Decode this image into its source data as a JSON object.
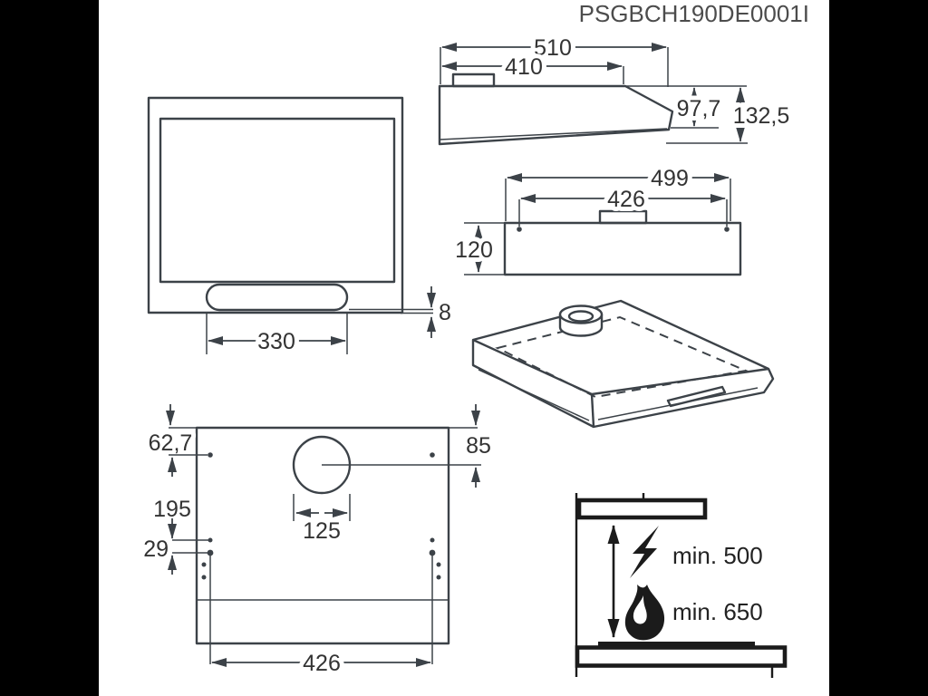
{
  "title": "PSGBCH190DE0001I",
  "dims": {
    "side_overall_width": "510",
    "side_top_width": "410",
    "side_front_height": "97,7",
    "side_total_height": "132,5",
    "rear_overall_width": "499",
    "rear_hole_spacing": "426",
    "rear_height": "120",
    "front_handle_width": "330",
    "front_handle_offset": "8",
    "tpl_offset_left": "62,7",
    "tpl_row_spacing": "195",
    "tpl_pair_gap": "29",
    "tpl_duct_diameter": "125",
    "tpl_offset_right": "85",
    "tpl_hole_spacing": "426"
  },
  "clearance": {
    "electric_label": "min. 500",
    "gas_label": "min. 650"
  },
  "colors": {
    "line": "#3c4248",
    "icon": "#1b1b1b",
    "background": "#ffffff",
    "letterbox": "#000000",
    "text": "#333333"
  }
}
